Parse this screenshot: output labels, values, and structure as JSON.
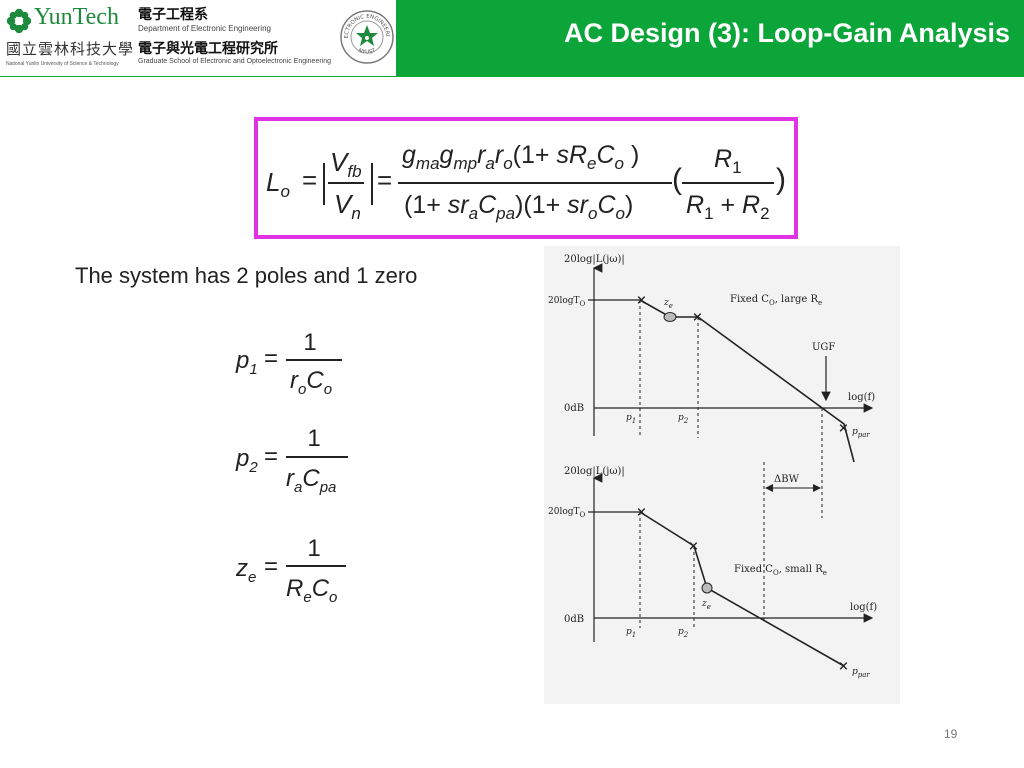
{
  "header": {
    "logo": {
      "brand": "YunTech",
      "university_zh": "國立雲林科技大學",
      "university_en": "National Yunlin University of Science & Technology",
      "dept_zh": "電子工程系",
      "dept_en": "Department of Electronic Engineering",
      "grad_zh": "電子與光電工程研究所",
      "grad_en": "Graduate School of Electronic and Optoelectronic Engineering",
      "seal_top": "ELECTRONIC ENGINEERING",
      "seal_bottom": "NYUST"
    },
    "title": "AC Design (3): Loop-Gain Analysis"
  },
  "formula_loop_gain": {
    "lhs": "L",
    "lhs_sub": "o",
    "abs_num": "V",
    "abs_num_sub": "fb",
    "abs_den": "V",
    "abs_den_sub": "n",
    "numerator": {
      "g1": "g",
      "g1_sub": "ma",
      "g2": "g",
      "g2_sub": "mp",
      "r1": "r",
      "r1_sub": "a",
      "r2": "r",
      "r2_sub": "o",
      "paren_open": "(1+ ",
      "s": "sR",
      "s_sub": "e",
      "c": "C",
      "c_sub": "o",
      "paren_close": " )"
    },
    "denominator": {
      "t1_open": "(1+ ",
      "t1_s": "sr",
      "t1_s_sub": "a",
      "t1_c": "C",
      "t1_c_sub": "pa",
      "t1_close": ")",
      "t2_open": "(1+ ",
      "t2_s": "sr",
      "t2_s_sub": "o",
      "t2_c": "C",
      "t2_c_sub": "o",
      "t2_close": ")"
    },
    "divider": {
      "num": "R",
      "num_sub": "1",
      "den_a": "R",
      "den_a_sub": "1",
      "plus": " + ",
      "den_b": "R",
      "den_b_sub": "2"
    }
  },
  "statement": "The system has 2 poles and 1 zero",
  "equations": [
    {
      "lhs": "p",
      "lhs_sub": "1",
      "num": "1",
      "den_a": "r",
      "den_a_sub": "o",
      "den_b": "C",
      "den_b_sub": "o"
    },
    {
      "lhs": "p",
      "lhs_sub": "2",
      "num": "1",
      "den_a": "r",
      "den_a_sub": "a",
      "den_b": "C",
      "den_b_sub": "pa"
    },
    {
      "lhs": "z",
      "lhs_sub": "e",
      "num": "1",
      "den_a": "R",
      "den_a_sub": "e",
      "den_b": "C",
      "den_b_sub": "o"
    }
  ],
  "bode": {
    "top": {
      "ylabel": "20log|L(jω)|",
      "level": "20logT",
      "level_sub": "O",
      "zero_db": "0dB",
      "xlabel": "log(f)",
      "ze": "z",
      "ze_sub": "e",
      "p1": "p",
      "p1_sub": "1",
      "p2": "p",
      "p2_sub": "2",
      "ppar": "p",
      "ppar_sub": "par",
      "note_a": "Fixed C",
      "note_a_sub": "O",
      "note_b": ", large R",
      "note_b_sub": "e",
      "ugf": "UGF"
    },
    "bottom": {
      "ylabel": "20log|L(jω)|",
      "level": "20logT",
      "level_sub": "O",
      "zero_db": "0dB",
      "xlabel": "log(f)",
      "ze": "z",
      "ze_sub": "e",
      "p1": "p",
      "p1_sub": "1",
      "p2": "p",
      "p2_sub": "2",
      "ppar": "p",
      "ppar_sub": "par",
      "note_a": "Fixed C",
      "note_a_sub": "O",
      "note_b": ", small R",
      "note_b_sub": "e",
      "dbw": "ΔBW"
    }
  },
  "page_number": "19"
}
